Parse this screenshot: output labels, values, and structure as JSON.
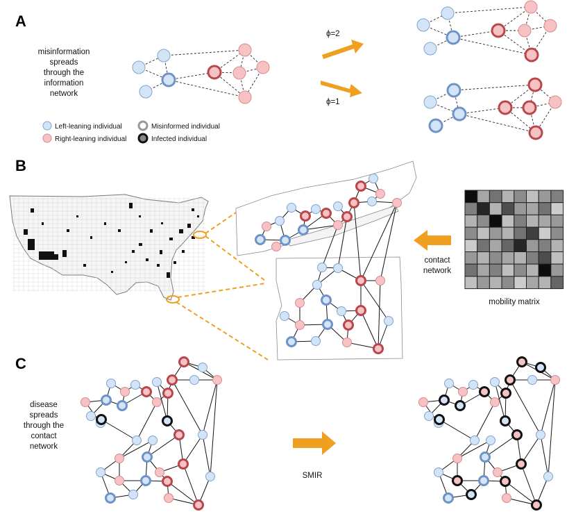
{
  "panels": {
    "a": "A",
    "b": "B",
    "c": "C"
  },
  "panel_a": {
    "caption": [
      "misinformation",
      "spreads",
      "through the",
      "information",
      "network"
    ],
    "phi_top": "ϕ=2",
    "phi_bottom": "ϕ=1"
  },
  "legend": {
    "left_leaning": "Left-leaning individual",
    "right_leaning": "Right-leaning individual",
    "misinformed": "Misinformed individual",
    "infected": "Infected individual"
  },
  "panel_b": {
    "contact_network": [
      "contact",
      "network"
    ],
    "mobility_matrix": "mobility matrix"
  },
  "panel_c": {
    "caption": [
      "disease",
      "spreads",
      "through the",
      "contact",
      "network"
    ],
    "model": "SMIR"
  },
  "colors": {
    "left_fill": "#d4e4f7",
    "left_stroke": "#7fa3cf",
    "left_misinformed": "#6e93c6",
    "right_fill": "#f6c2c3",
    "right_stroke": "#d88a8c",
    "right_misinformed": "#b8464b",
    "arrow": "#f0a020",
    "infected": "#111111"
  },
  "mobility_matrix": {
    "rows": 8,
    "cols": 8,
    "values": [
      [
        0.95,
        0.35,
        0.55,
        0.3,
        0.45,
        0.25,
        0.4,
        0.5
      ],
      [
        0.5,
        0.85,
        0.3,
        0.7,
        0.4,
        0.35,
        0.55,
        0.2
      ],
      [
        0.3,
        0.45,
        0.95,
        0.25,
        0.5,
        0.3,
        0.35,
        0.4
      ],
      [
        0.45,
        0.25,
        0.4,
        0.3,
        0.55,
        0.75,
        0.2,
        0.45
      ],
      [
        0.2,
        0.55,
        0.35,
        0.6,
        0.85,
        0.4,
        0.5,
        0.3
      ],
      [
        0.4,
        0.3,
        0.45,
        0.35,
        0.3,
        0.5,
        0.7,
        0.25
      ],
      [
        0.55,
        0.35,
        0.5,
        0.25,
        0.45,
        0.3,
        0.95,
        0.4
      ],
      [
        0.25,
        0.4,
        0.3,
        0.45,
        0.2,
        0.35,
        0.3,
        0.6
      ]
    ]
  }
}
